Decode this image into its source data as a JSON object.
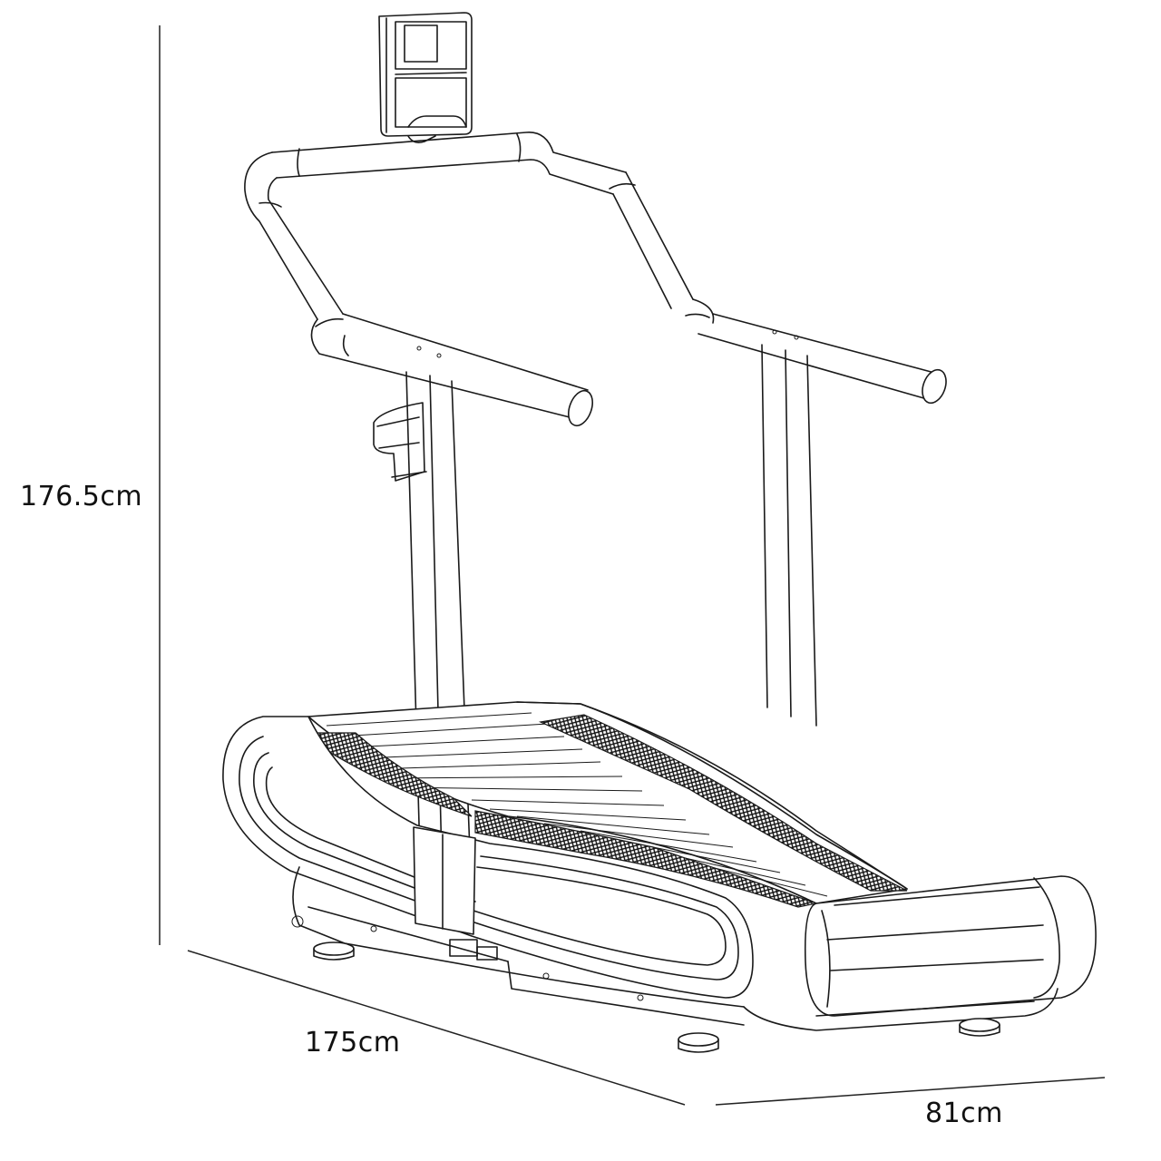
{
  "figure": {
    "subject": "Curved manual treadmill line drawing",
    "line_color": "#1a1a1a",
    "background": "#ffffff"
  },
  "dimensions": {
    "height": {
      "label": "176.5cm"
    },
    "length": {
      "label": "175cm"
    },
    "width": {
      "label": "81cm"
    }
  },
  "components": [
    {
      "name": "console-display"
    },
    {
      "name": "handlebar"
    },
    {
      "name": "cup-holder"
    },
    {
      "name": "upright-posts"
    },
    {
      "name": "curved-running-deck"
    },
    {
      "name": "side-rails"
    },
    {
      "name": "base-frame"
    },
    {
      "name": "leveling-feet"
    }
  ]
}
